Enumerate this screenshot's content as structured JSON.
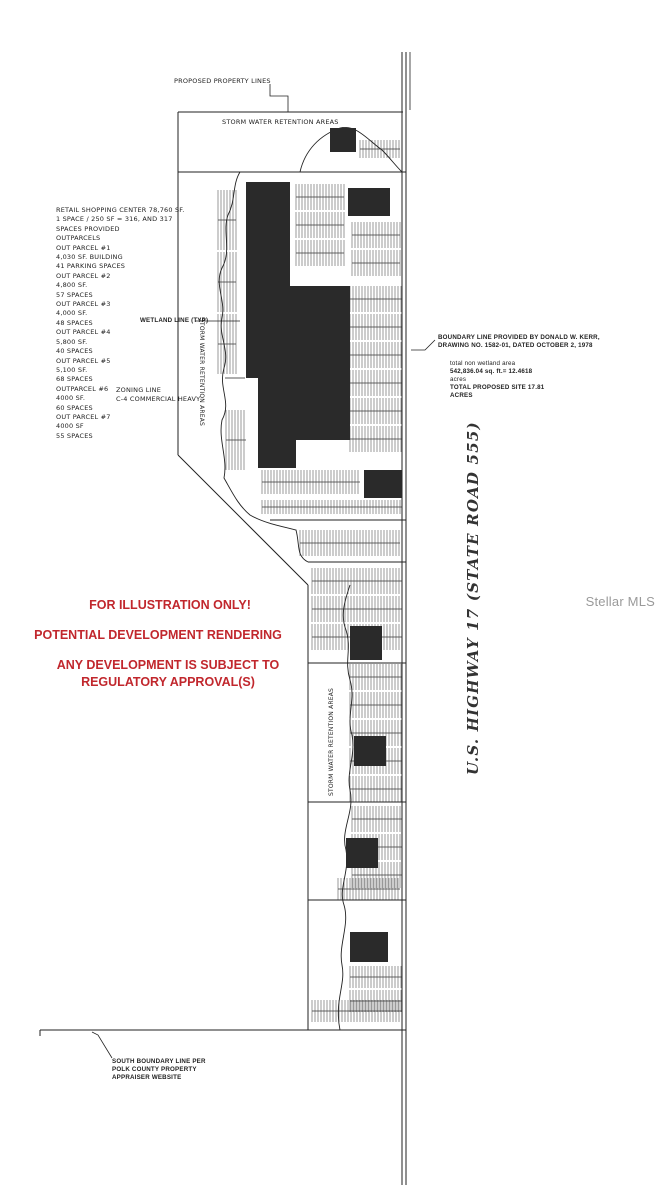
{
  "labels": {
    "proposed_property_lines": "PROPOSED PROPERTY LINES",
    "storm_water_top": "STORM WATER RETENTION AREAS",
    "storm_water_left": "STORM WATER RETENTION AREAS",
    "storm_water_lower": "STORM WATER RETENTION AREAS",
    "wetland_line": "WETLAND LINE (TYP)",
    "zoning_line": "ZONING LINE\nC-4 COMMERCIAL HEAVY",
    "highway": "U.S. HIGHWAY 17 (STATE ROAD 555)",
    "south_boundary": "SOUTH BOUNDARY LINE PER\nPOLK COUNTY PROPERTY\nAPPRAISER WEBSITE"
  },
  "parcel_notes": "RETAIL SHOPPING CENTER 78,760 SF.\n1 SPACE / 250 SF = 316, AND 317\nSPACES PROVIDED\nOUTPARCELS\nOUT PARCEL #1\n4,030 SF. BUILDING\n41 PARKING SPACES\nOUT PARCEL #2\n4,800 SF.\n57 SPACES\nOUT PARCEL #3\n4,000 SF.\n48 SPACES\nOUT PARCEL #4\n5,800 SF.\n40 SPACES\nOUT PARCEL #5\n5,100 SF.\n68 SPACES\nOUTPARCEL #6\n4000 SF.\n60 SPACES\nOUT PARCEL #7\n4000 SF\n55 SPACES",
  "boundary_note": {
    "line1": "BOUNDARY LINE PROVIDED BY DONALD W. KERR,",
    "line2": "DRAWING NO. 1582-01, DATED OCTOBER 2, 1978",
    "area1": "total non wetland area",
    "area2": "542,836.04 sq. ft.= 12.4618",
    "area3": "acres",
    "total1": "TOTAL PROPOSED SITE 17.81",
    "total2": "ACRES"
  },
  "disclaimer": {
    "line1": "FOR ILLUSTRATION ONLY!",
    "line2": "POTENTIAL DEVELOPMENT RENDERING",
    "line3": "ANY DEVELOPMENT IS SUBJECT TO",
    "line4": "REGULATORY APPROVAL(S)"
  },
  "watermark": "Stellar MLS"
}
